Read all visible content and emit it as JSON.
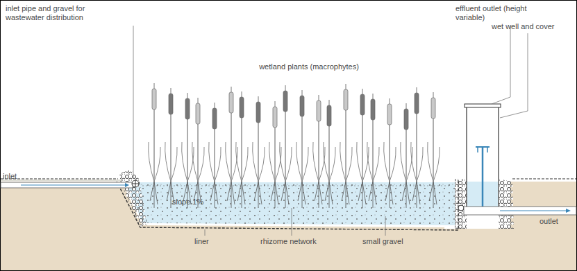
{
  "diagram": {
    "labels": [
      "inlet pipe and gravel for wastewater distribution",
      "effluent outlet (height variable)",
      "wetland plants (macrophytes)",
      "wet well and cover",
      "inlet",
      "slope 1%",
      "liner",
      "rhizome network",
      "small gravel",
      "outlet"
    ]
  }
}
